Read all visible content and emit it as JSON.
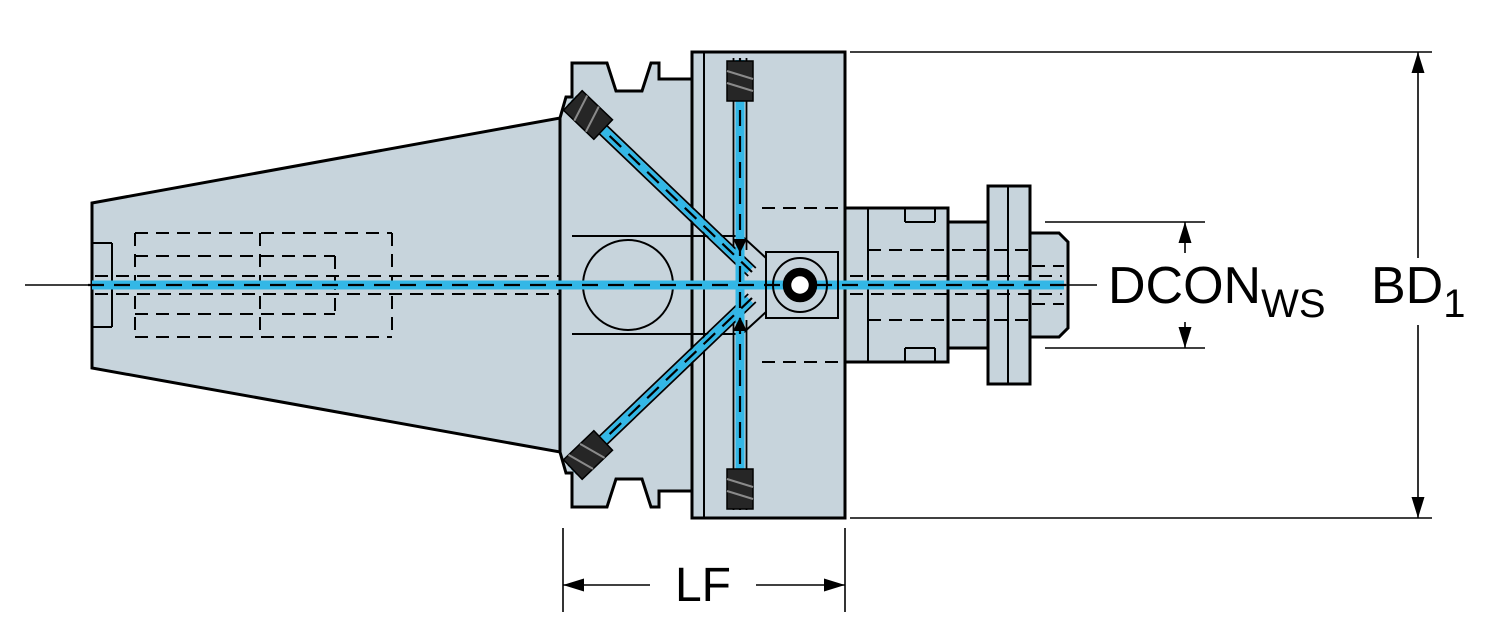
{
  "labels": {
    "dcon_main": "DCON",
    "dcon_sub": "WS",
    "bd_main": "BD",
    "bd_sub": "1",
    "lf": "LF"
  },
  "colors": {
    "body_fill": "#c7d4dc",
    "coolant": "#33b7e6",
    "outline": "#000000",
    "plug": "#262626",
    "background": "#ffffff"
  }
}
